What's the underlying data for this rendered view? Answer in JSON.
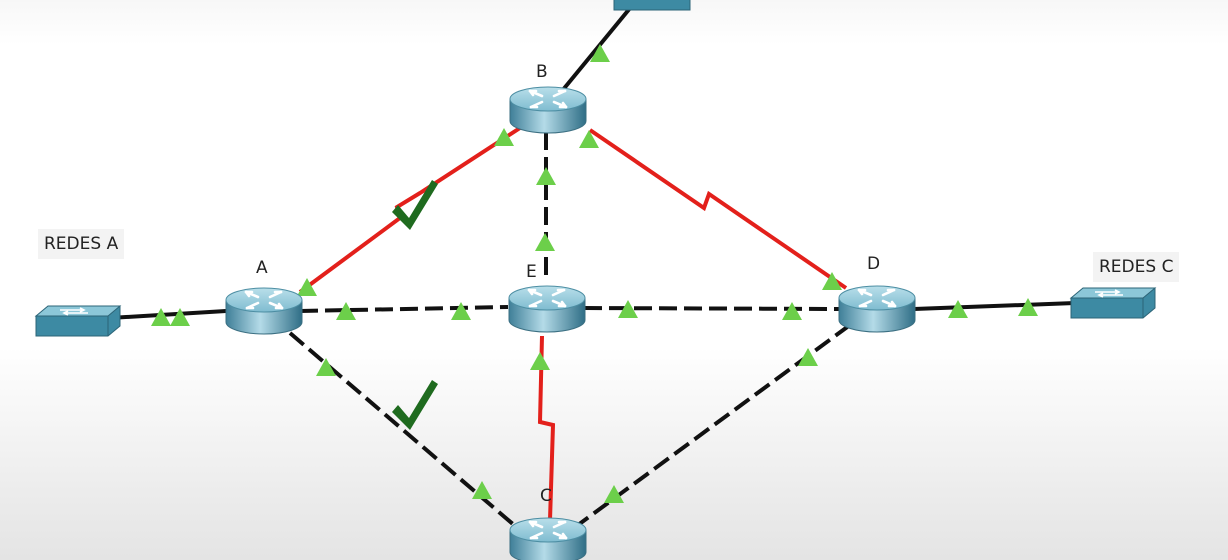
{
  "networks": [
    {
      "id": "redes-a",
      "label": "REDES A"
    },
    {
      "id": "redes-c",
      "label": "REDES C"
    }
  ],
  "routers": [
    {
      "id": "A",
      "label": "A"
    },
    {
      "id": "B",
      "label": "B"
    },
    {
      "id": "C",
      "label": "C"
    },
    {
      "id": "D",
      "label": "D"
    },
    {
      "id": "E",
      "label": "E"
    }
  ],
  "colors": {
    "serial_link": "#e3201b",
    "ethernet_link": "#111111",
    "link_up_indicator": "#6ccf4a",
    "checkmark": "#1f6b1f",
    "device_body": "#4e97b0"
  },
  "icons": [
    "router-icon",
    "switch-icon",
    "checkmark-icon",
    "link-status-triangle-icon"
  ]
}
